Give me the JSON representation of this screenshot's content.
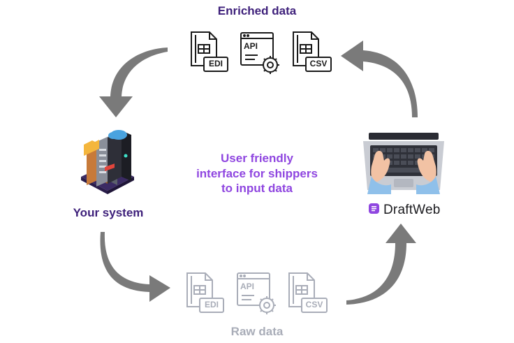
{
  "enriched": {
    "title": "Enriched data",
    "icons": [
      {
        "name": "edi-file-icon",
        "label": "EDI"
      },
      {
        "name": "api-settings-icon",
        "label": "API"
      },
      {
        "name": "csv-file-icon",
        "label": "CSV"
      }
    ]
  },
  "raw": {
    "title": "Raw data",
    "icons": [
      {
        "name": "edi-file-icon",
        "label": "EDI"
      },
      {
        "name": "api-settings-icon",
        "label": "API"
      },
      {
        "name": "csv-file-icon",
        "label": "CSV"
      }
    ]
  },
  "system": {
    "label": "Your system"
  },
  "center": {
    "lines": [
      "User friendly",
      "interface for shippers",
      "to input data"
    ]
  },
  "brand": {
    "name": "DraftWeb"
  },
  "colors": {
    "dark_purple": "#3d1f7a",
    "violet": "#8f46e0",
    "arrow_gray": "#7a7a7a",
    "raw_gray": "#a9adb8",
    "icon_dark": "#1a1a1a"
  }
}
